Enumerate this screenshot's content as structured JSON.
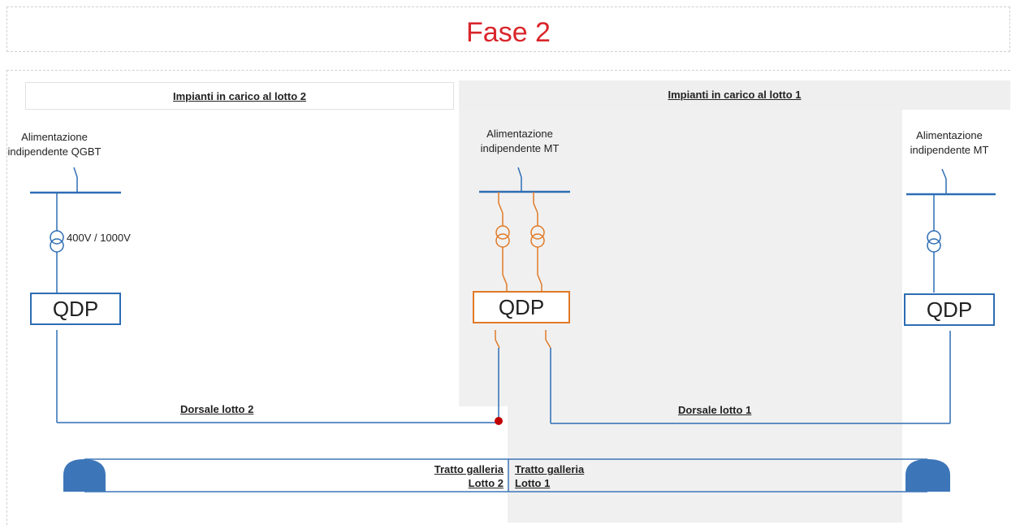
{
  "title": "Fase 2",
  "headers": {
    "lotto2": "Impianti in carico al lotto 2",
    "lotto1": "Impianti in carico al lotto 1"
  },
  "sources": {
    "left": "Alimentazione\nindipendente  QGBT",
    "center": "Alimentazione\nindipendente  MT",
    "right": "Alimentazione\nindipendente MT"
  },
  "transformer_rating": "400V / 1000V",
  "panels": {
    "left": "QDP",
    "center": "QDP",
    "right": "QDP"
  },
  "backbones": {
    "lotto2": "Dorsale lotto 2",
    "lotto1": "Dorsale lotto 1"
  },
  "tunnel": {
    "lotto2_line1": "Tratto galleria",
    "lotto2_line2": "Lotto 2",
    "lotto1_line1": "Tratto galleria",
    "lotto1_line2": "Lotto 1"
  },
  "colors": {
    "title": "#d9262b",
    "line": "#2e6db4",
    "orange": "#e07a28",
    "junction": "#c00000",
    "tunnel": "#3d76b8"
  }
}
